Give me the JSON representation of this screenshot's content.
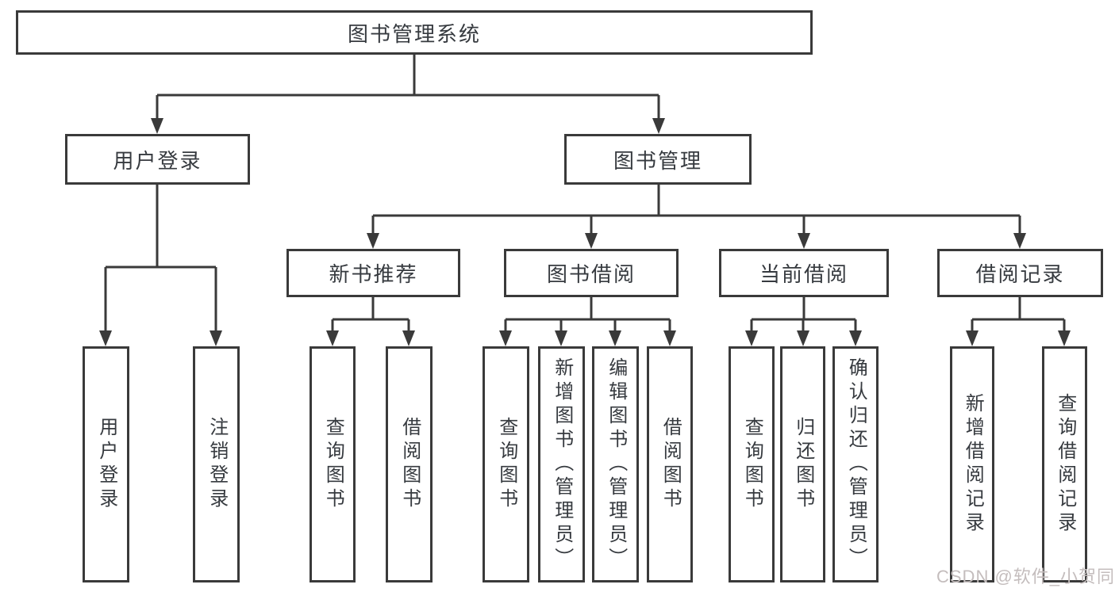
{
  "tree": {
    "root": {
      "label": "图书管理系统"
    },
    "branches": [
      {
        "label": "用户登录",
        "children": [
          {
            "label": "用户登录"
          },
          {
            "label": "注销登录"
          }
        ]
      },
      {
        "label": "图书管理",
        "children": [
          {
            "label": "新书推荐",
            "children": [
              {
                "label": "查询图书"
              },
              {
                "label": "借阅图书"
              }
            ]
          },
          {
            "label": "图书借阅",
            "children": [
              {
                "label": "查询图书"
              },
              {
                "label": "新增图书（管理员）"
              },
              {
                "label": "编辑图书（管理员）"
              },
              {
                "label": "借阅图书"
              }
            ]
          },
          {
            "label": "当前借阅",
            "children": [
              {
                "label": "查询图书"
              },
              {
                "label": "归还图书"
              },
              {
                "label": "确认归还（管理员）"
              }
            ]
          },
          {
            "label": "借阅记录",
            "children": [
              {
                "label": "新增借阅记录"
              },
              {
                "label": "查询借阅记录"
              }
            ]
          }
        ]
      }
    ]
  },
  "watermark": "CSDN @软件_小贺同学",
  "colors": {
    "line": "#3a3a3a",
    "text": "#363a3f",
    "background": "#ffffff",
    "watermark": "#c4bdbd"
  }
}
